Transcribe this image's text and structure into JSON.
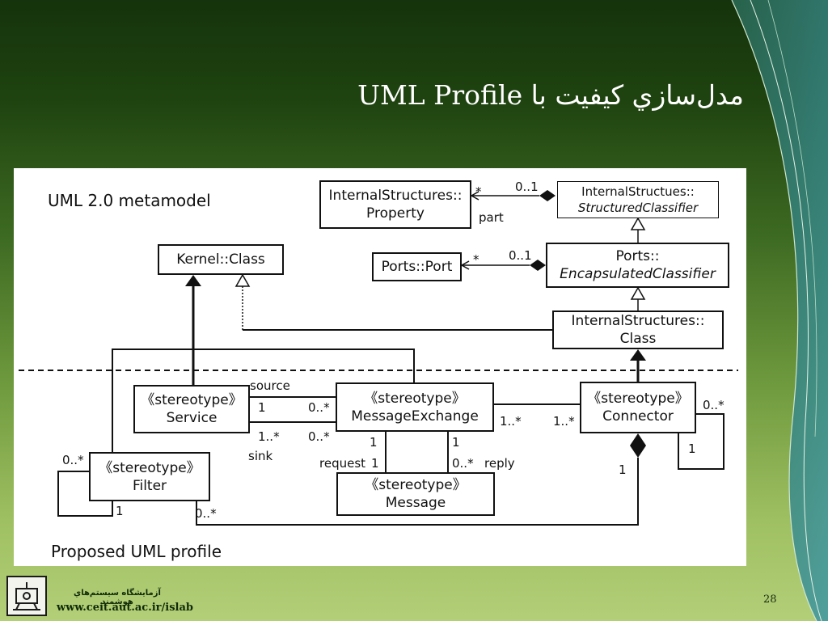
{
  "slide": {
    "title": "مدل‌سازي کيفيت با UML Profile",
    "page_number": "28"
  },
  "footer": {
    "lab_name": "آزمايشگاه سيستم‌هاي هوشمند",
    "url": "www.ceit.aut.ac.ir/islab"
  },
  "diagram": {
    "labels": {
      "metamodel": "UML 2.0 metamodel",
      "profile": "Proposed UML profile"
    },
    "classes": {
      "internal_property": [
        "InternalStructures::",
        "Property"
      ],
      "structured_classifier": [
        "InternalStructues::",
        "StructuredClassifier"
      ],
      "kernel_class": "Kernel::Class",
      "ports_port": "Ports::Port",
      "encapsulated_classifier": [
        "Ports::",
        "EncapsulatedClassifier"
      ],
      "internal_class": [
        "InternalStructures::",
        "Class"
      ],
      "service": [
        "《stereotype》",
        "Service"
      ],
      "message_exchange": [
        "《stereotype》",
        "MessageExchange"
      ],
      "connector": [
        "《stereotype》",
        "Connector"
      ],
      "filter": [
        "《stereotype》",
        "Filter"
      ],
      "message": [
        "《stereotype》",
        "Message"
      ]
    },
    "multiplicities": {
      "part_star": "*",
      "part_01": "0..1",
      "part_role": "part",
      "port_star": "*",
      "port_01": "0..1",
      "source_role": "source",
      "source_1": "1",
      "source_0star": "0..*",
      "sink_1star": "1..*",
      "sink_0star": "0..*",
      "sink_role": "sink",
      "me_conn_1star_a": "1..*",
      "me_conn_1star_b": "1..*",
      "conn_self_0star": "0..*",
      "conn_self_1": "1",
      "conn_comp_1": "1",
      "request_1_top": "1",
      "request_role": "request",
      "request_1_bottom": "1",
      "reply_1": "1",
      "reply_0star": "0..*",
      "reply_role": "reply",
      "filter_self_0star": "0..*",
      "filter_self_1": "1",
      "filter_conn_0star": "0..*"
    }
  }
}
